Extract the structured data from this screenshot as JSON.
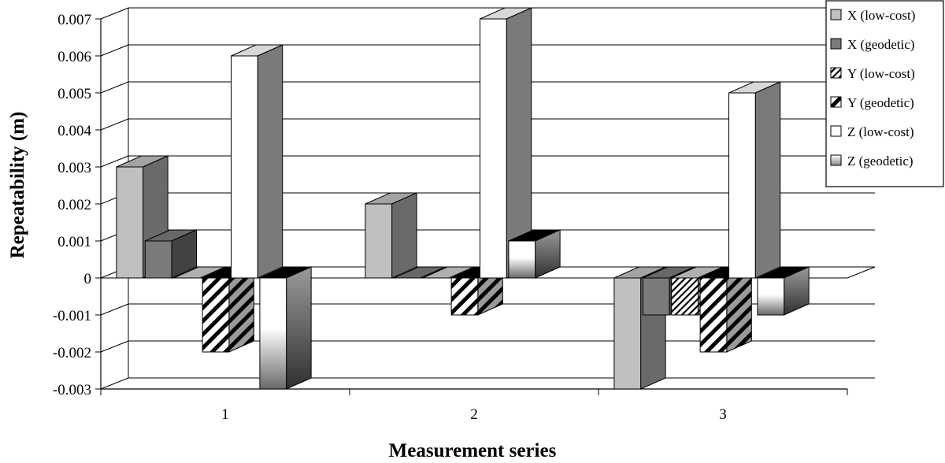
{
  "chart_data": {
    "type": "bar",
    "style": "3d-clustered-column",
    "title": "",
    "xlabel": "Measurement series",
    "ylabel": "Repeatability (m)",
    "categories": [
      "1",
      "2",
      "3"
    ],
    "ylim": [
      -0.003,
      0.007
    ],
    "yticks": [
      "-0.003",
      "-0.002",
      "-0.001",
      "0",
      "0.001",
      "0.002",
      "0.003",
      "0.004",
      "0.005",
      "0.006",
      "0.007"
    ],
    "grid": true,
    "legend_position": "top-right",
    "series": [
      {
        "name": "X (low-cost)",
        "values": [
          0.003,
          0.002,
          -0.003
        ],
        "fill": "solid",
        "color": "#c0c0c0"
      },
      {
        "name": "X (geodetic)",
        "values": [
          0.001,
          0.0,
          -0.001
        ],
        "fill": "solid",
        "color": "#7a7a7a"
      },
      {
        "name": "Y (low-cost)",
        "values": [
          0.0,
          0.0,
          -0.001
        ],
        "fill": "diagonal-fine"
      },
      {
        "name": "Y (geodetic)",
        "values": [
          -0.002,
          -0.001,
          -0.002
        ],
        "fill": "diagonal-bold"
      },
      {
        "name": "Z (low-cost)",
        "values": [
          0.006,
          0.007,
          0.005
        ],
        "fill": "solid",
        "color": "#ffffff"
      },
      {
        "name": "Z (geodetic)",
        "values": [
          -0.003,
          0.001,
          -0.001
        ],
        "fill": "gradient"
      }
    ]
  }
}
